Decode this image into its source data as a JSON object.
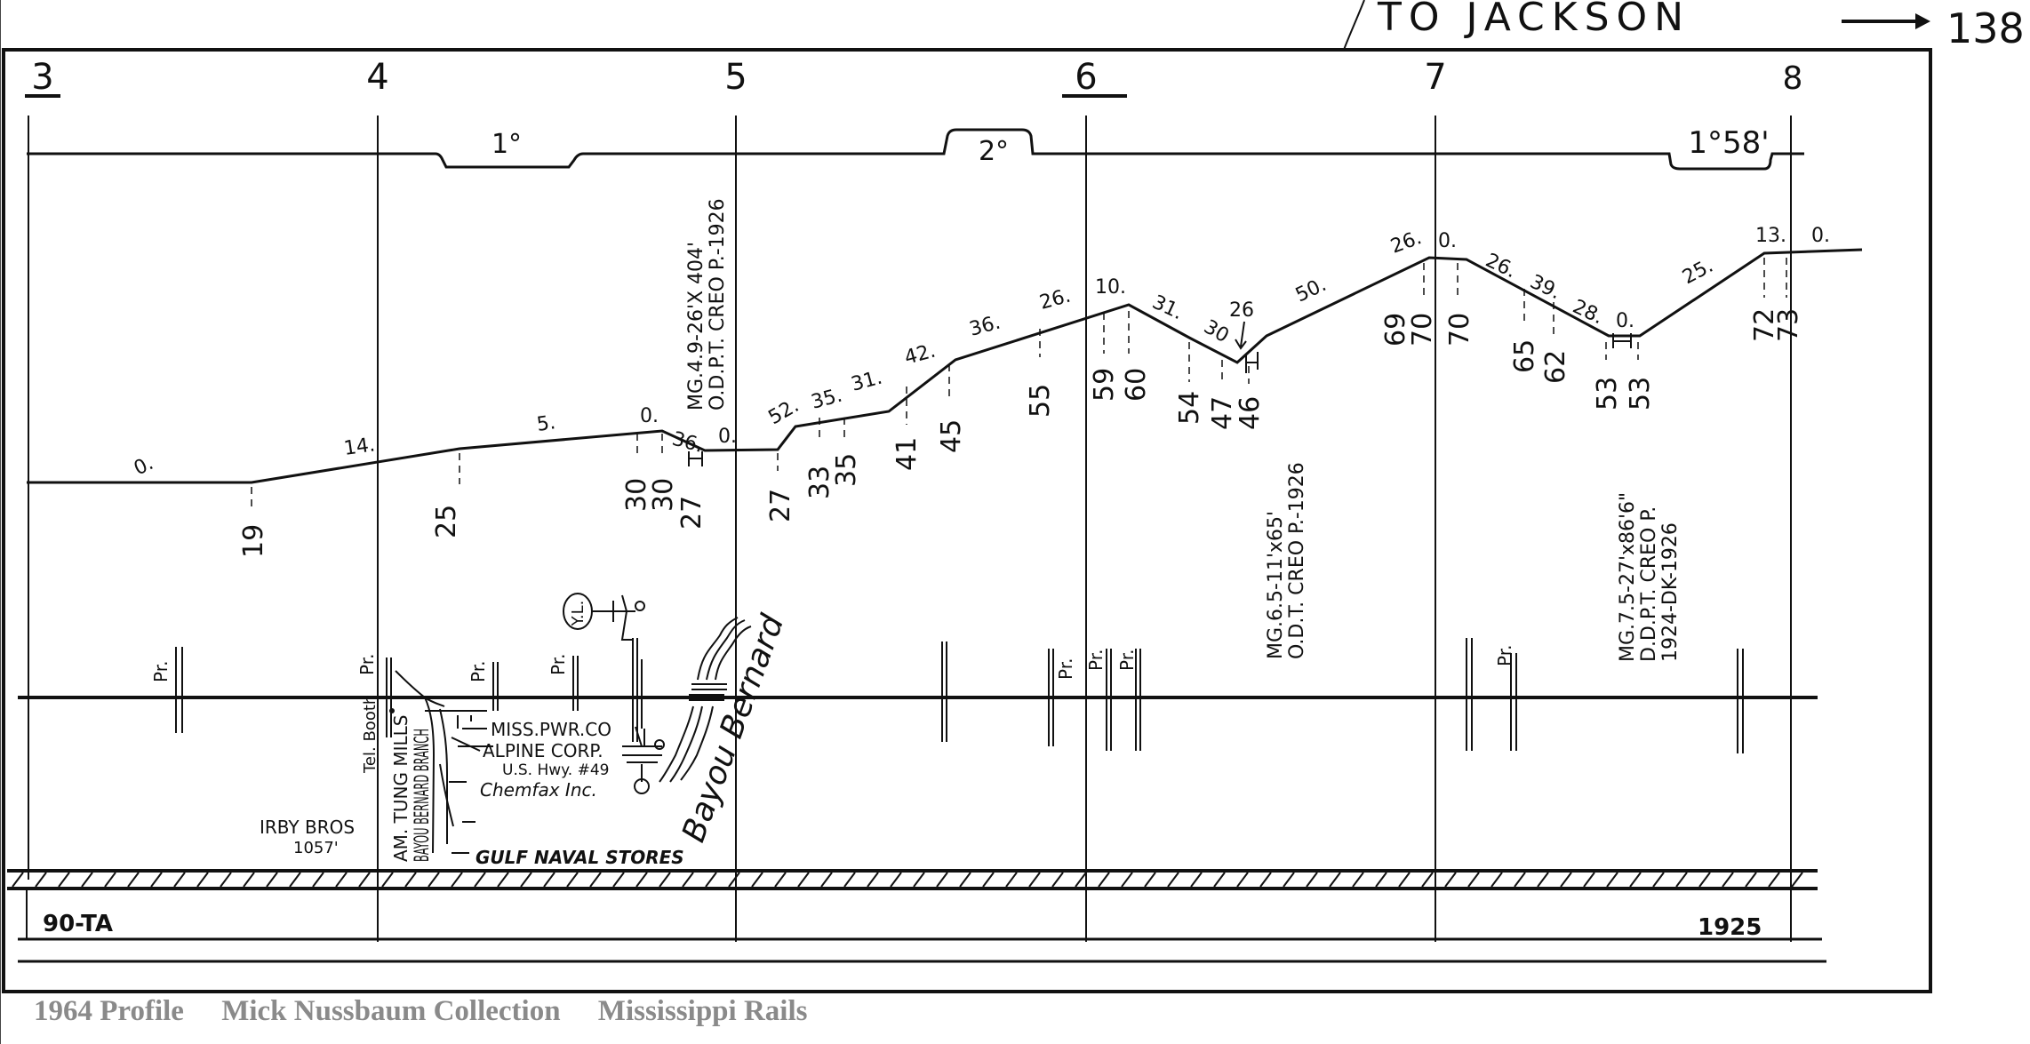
{
  "header": {
    "direction_label": "TO JACKSON",
    "next_sheet": "138"
  },
  "mileposts": [
    "3",
    "4",
    "5",
    "6",
    "7",
    "8"
  ],
  "curvature_labels": [
    "1°",
    "2°",
    "1°58'"
  ],
  "grades": [
    "0.",
    "14.",
    "5.",
    "0.",
    "36.",
    "0.",
    "52.",
    "35.",
    "31.",
    "42.",
    "36.",
    "26.",
    "10.",
    "31.",
    "30",
    "26",
    "50.",
    "26.",
    "0.",
    "26.",
    "39.",
    "28.",
    "0.",
    "25.",
    "13.",
    "0."
  ],
  "elevations": [
    "19",
    "25",
    "30",
    "30",
    "27",
    "27",
    "33",
    "35",
    "41",
    "45",
    "55",
    "59",
    "60",
    "54",
    "47",
    "46",
    "69",
    "70",
    "70",
    "65",
    "62",
    "53",
    "53",
    "72",
    "73"
  ],
  "bridges": [
    {
      "lines": [
        "MG.4.9-26'X 404'",
        "O.D.P.T. CREO P.-1926"
      ]
    },
    {
      "lines": [
        "MG.6.5-11'x65'",
        "O.D.T. CREO P.-1926"
      ]
    },
    {
      "lines": [
        "MG.7.5-27'x86'6\"",
        "D.D.P.T. CREO P.",
        "1924-DK-1926"
      ]
    }
  ],
  "crossing_label": "Pr.",
  "signal_label": "Y.L.",
  "industries": {
    "irby_bros": "IRBY BROS",
    "irby_length": "1057'",
    "tel_booth": "Tel. Booth",
    "am_tung_mills": "AM. TUNG MILLS",
    "bayou_bernard_branch": "BAYOU BERNARD BRANCH",
    "miss_pwr": "MISS.PWR.CO",
    "alpine": "ALPINE CORP.",
    "us_hwy": "U.S. Hwy. #49",
    "chemfax": "Chemfax Inc.",
    "gulf_naval": "GULF NAVAL STORES",
    "bayou_bernard": "Bayou Bernard"
  },
  "footer": {
    "code": "90-TA",
    "year": "1925"
  },
  "caption": {
    "title": "1964 Profile",
    "collection": "Mick Nussbaum Collection",
    "site": "Mississippi Rails"
  }
}
